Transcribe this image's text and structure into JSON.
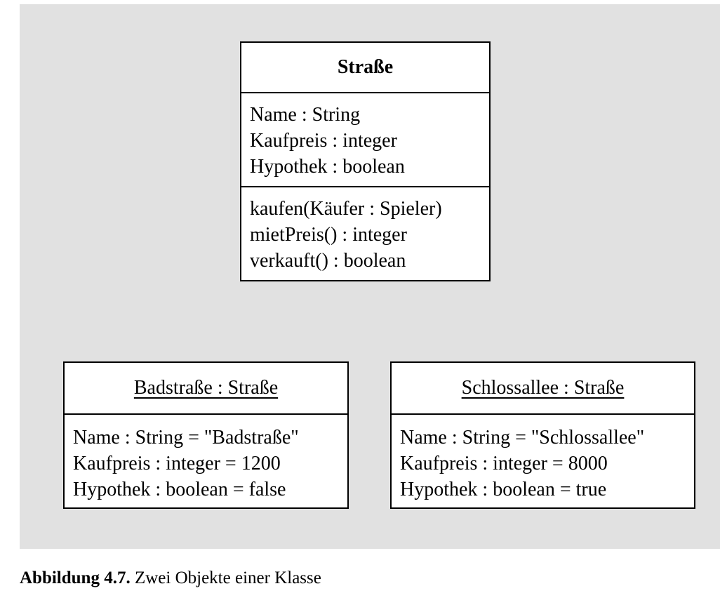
{
  "class": {
    "name": "Straße",
    "attributes": [
      "Name : String",
      "Kaufpreis : integer",
      "Hypothek : boolean"
    ],
    "operations": [
      "kaufen(Käufer : Spieler)",
      "mietPreis() : integer",
      "verkauft() : boolean"
    ]
  },
  "objects": [
    {
      "title": "Badstraße : Straße",
      "attributes": [
        "Name : String = \"Badstraße\"",
        "Kaufpreis : integer = 1200",
        "Hypothek : boolean = false"
      ]
    },
    {
      "title": "Schlossallee : Straße",
      "attributes": [
        "Name : String = \"Schlossallee\"",
        "Kaufpreis : integer = 8000",
        "Hypothek : boolean = true"
      ]
    }
  ],
  "caption": {
    "label": "Abbildung 4.7.",
    "text": "Zwei Objekte einer Klasse"
  }
}
